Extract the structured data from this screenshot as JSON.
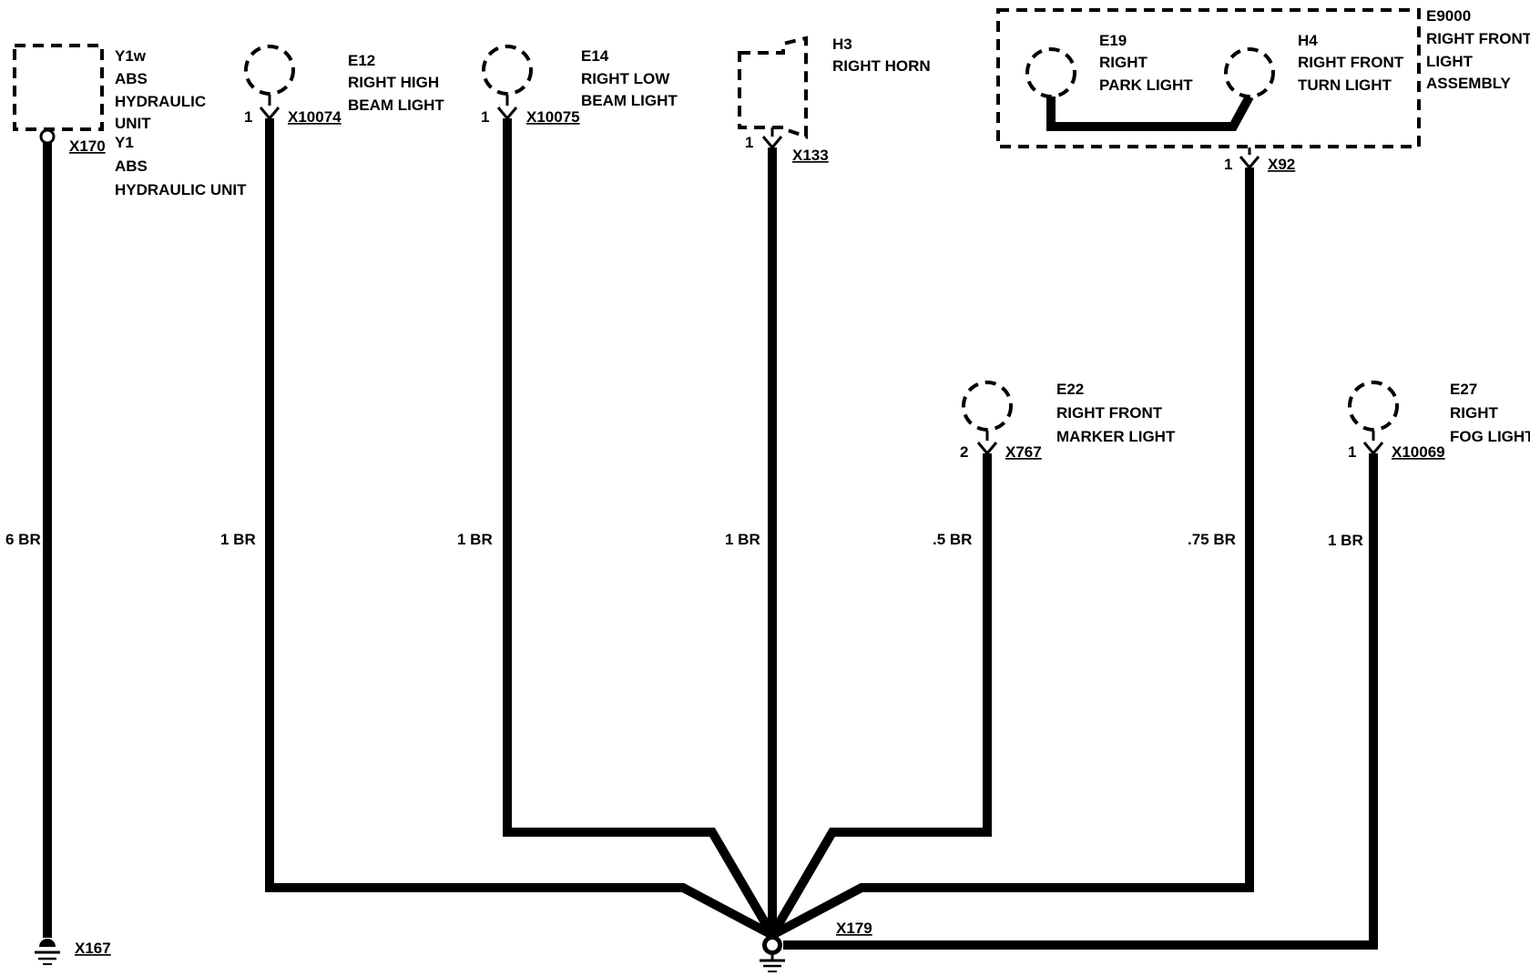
{
  "components": {
    "y1w": {
      "ref": "Y1w",
      "line1": "ABS",
      "line2": "HYDRAULIC",
      "line3": "UNIT"
    },
    "y1": {
      "ref": "Y1",
      "line1": "ABS",
      "line2": "HYDRAULIC UNIT"
    },
    "e12": {
      "ref": "E12",
      "line1": "RIGHT HIGH",
      "line2": "BEAM LIGHT"
    },
    "e14": {
      "ref": "E14",
      "line1": "RIGHT LOW",
      "line2": "BEAM LIGHT"
    },
    "h3": {
      "ref": "H3",
      "line1": "RIGHT HORN"
    },
    "e19": {
      "ref": "E19",
      "line1": "RIGHT",
      "line2": "PARK LIGHT"
    },
    "h4": {
      "ref": "H4",
      "line1": "RIGHT FRONT",
      "line2": "TURN LIGHT"
    },
    "e9000": {
      "ref": "E9000",
      "line1": "RIGHT FRONT",
      "line2": "LIGHT",
      "line3": "ASSEMBLY"
    },
    "e22": {
      "ref": "E22",
      "line1": "RIGHT FRONT",
      "line2": "MARKER LIGHT"
    },
    "e27": {
      "ref": "E27",
      "line1": "RIGHT",
      "line2": "FOG LIGHT"
    }
  },
  "connectors": {
    "x170": "X170",
    "x10074": {
      "id": "X10074",
      "pin": "1"
    },
    "x10075": {
      "id": "X10075",
      "pin": "1"
    },
    "x133": {
      "id": "X133",
      "pin": "1"
    },
    "x92": {
      "id": "X92",
      "pin": "1"
    },
    "x767": {
      "id": "X767",
      "pin": "2"
    },
    "x10069": {
      "id": "X10069",
      "pin": "1"
    }
  },
  "wires": {
    "w_y1": "6 BR",
    "w_e12": "1 BR",
    "w_e14": "1 BR",
    "w_h3": "1 BR",
    "w_e22": ".5 BR",
    "w_x92": ".75 BR",
    "w_e27": "1 BR"
  },
  "grounds": {
    "g1": "X167",
    "g2": "X179"
  }
}
